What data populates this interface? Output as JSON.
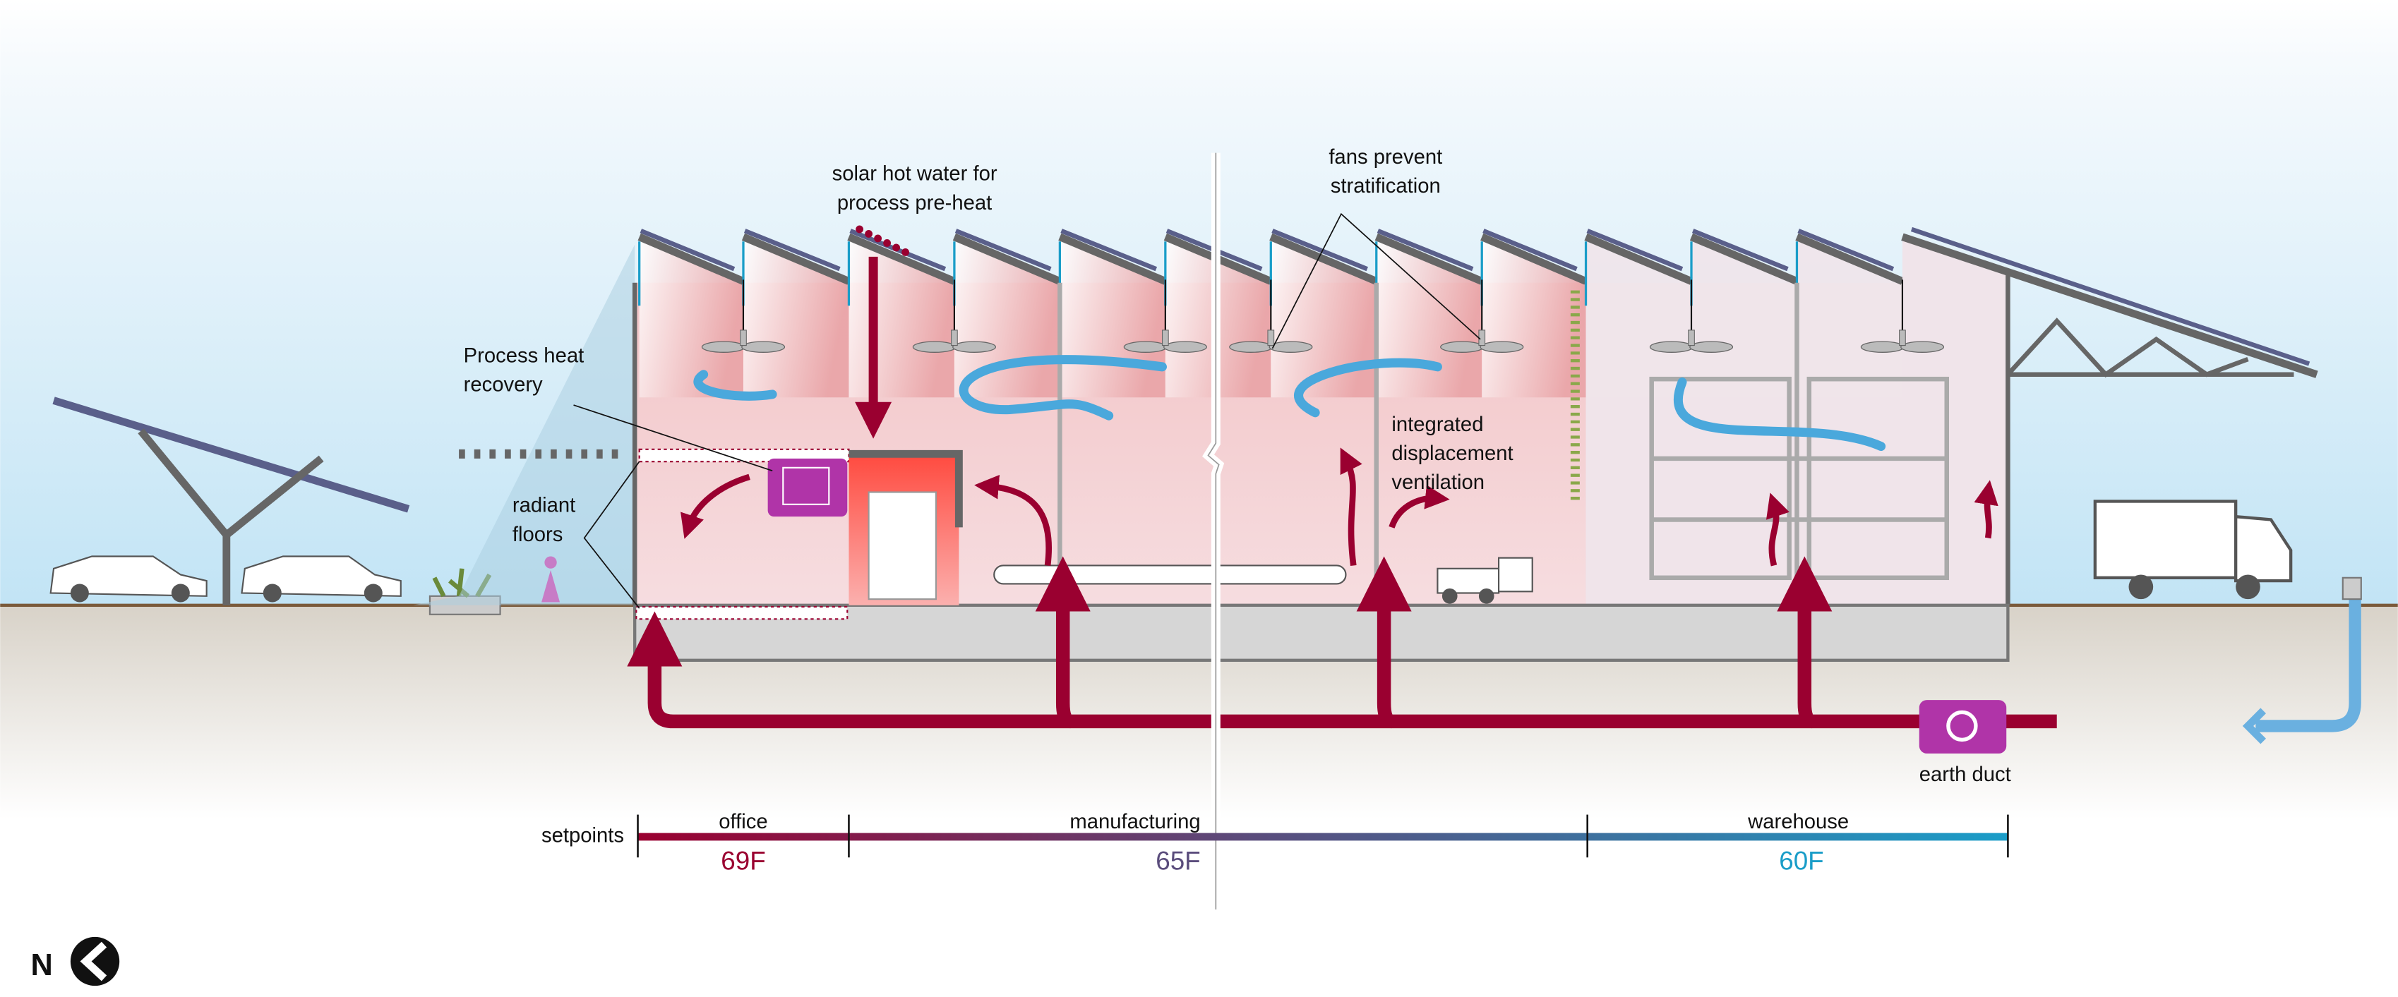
{
  "labels": {
    "solar_hot_water": [
      "solar hot water for",
      "process pre-heat"
    ],
    "fans": [
      "fans prevent",
      "stratification"
    ],
    "process_heat": [
      "Process heat",
      "recovery"
    ],
    "radiant_floors": [
      "radiant",
      "floors"
    ],
    "displacement": [
      "integrated",
      "displacement",
      "ventilation"
    ],
    "earth_duct": "earth duct"
  },
  "setpoints": {
    "label": "setpoints",
    "zones": [
      {
        "name": "office",
        "temp": "69F",
        "color": "#9a0030"
      },
      {
        "name": "manufacturing",
        "temp": "65F",
        "color": "#5a4c7c"
      },
      {
        "name": "warehouse",
        "temp": "60F",
        "color": "#1a9dc8"
      }
    ]
  },
  "logo": {
    "letter": "N"
  },
  "colors": {
    "warm_air": "#9a0030",
    "cool_air": "#1a8cc0",
    "equipment": "#b034a8",
    "sky": "#c6e6f5"
  }
}
